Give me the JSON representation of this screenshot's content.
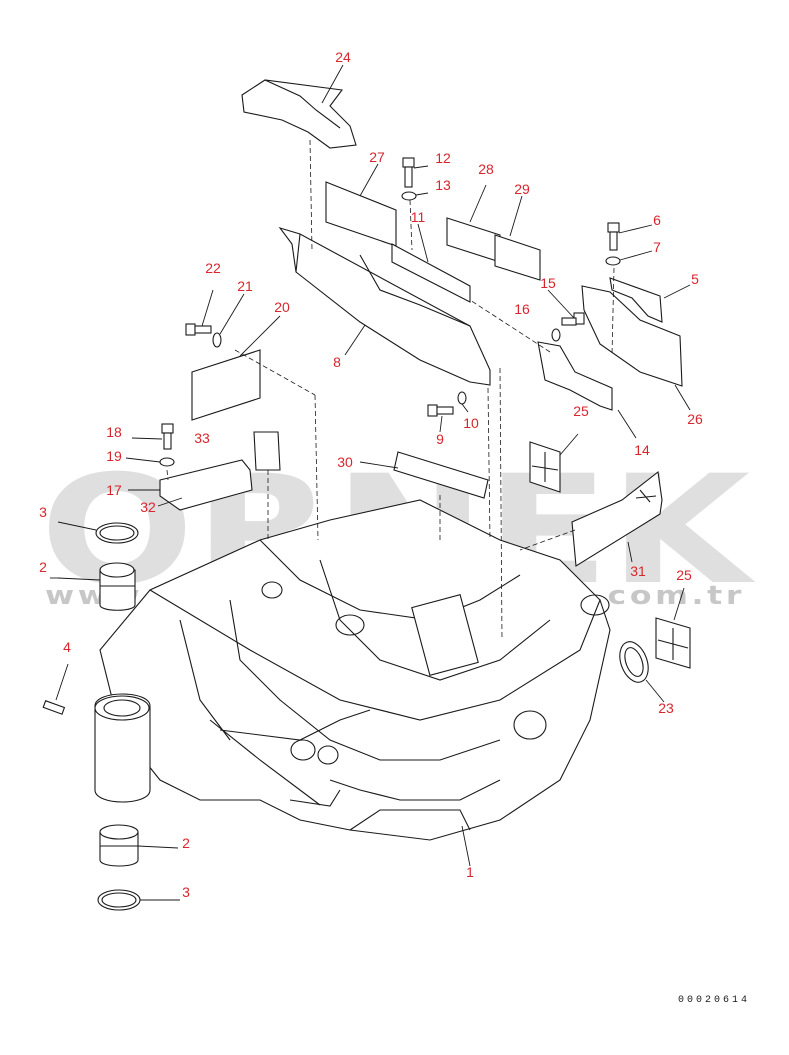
{
  "watermark": {
    "main": "ORNEK",
    "sub": "www.ornekyedekparcalari.com.tr"
  },
  "document_number": "00020614",
  "callouts": [
    "24",
    "27",
    "12",
    "13",
    "28",
    "29",
    "11",
    "6",
    "7",
    "5",
    "22",
    "21",
    "20",
    "15",
    "16",
    "8",
    "26",
    "9",
    "10",
    "25",
    "14",
    "18",
    "33",
    "19",
    "30",
    "17",
    "32",
    "3",
    "31",
    "2",
    "25",
    "4",
    "23",
    "2",
    "1",
    "3"
  ],
  "colors": {
    "callout": "#d8262e",
    "line": "#1a1a1a",
    "watermark": "#b9b9b9"
  }
}
